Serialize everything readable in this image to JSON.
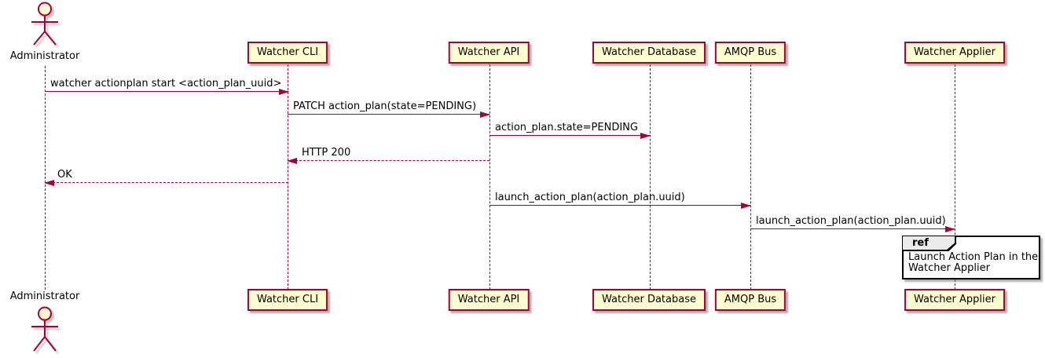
{
  "diagram_type": "sequence",
  "colors": {
    "accent": "#A80036",
    "participant_fill": "#FEFECE",
    "text": "#000000",
    "ref_border": "#000000",
    "ref_header_fill": "#EBEBEB",
    "background": "#FFFFFF"
  },
  "actor": {
    "name": "Administrator"
  },
  "participants": [
    {
      "label": "Watcher CLI"
    },
    {
      "label": "Watcher API"
    },
    {
      "label": "Watcher Database"
    },
    {
      "label": "AMQP Bus"
    },
    {
      "label": "Watcher Applier"
    }
  ],
  "messages": [
    {
      "from": "Administrator",
      "to": "Watcher CLI",
      "style": "solid",
      "text": "watcher actionplan start <action_plan_uuid>"
    },
    {
      "from": "Watcher CLI",
      "to": "Watcher API",
      "style": "solid",
      "text": "PATCH action_plan(state=PENDING)"
    },
    {
      "from": "Watcher API",
      "to": "Watcher Database",
      "style": "solid",
      "text": "action_plan.state=PENDING"
    },
    {
      "from": "Watcher API",
      "to": "Watcher CLI",
      "style": "dashed",
      "text": "HTTP 200"
    },
    {
      "from": "Watcher CLI",
      "to": "Administrator",
      "style": "dashed",
      "text": "OK"
    },
    {
      "from": "Watcher API",
      "to": "AMQP Bus",
      "style": "solid",
      "text": "launch_action_plan(action_plan.uuid)"
    },
    {
      "from": "AMQP Bus",
      "to": "Watcher Applier",
      "style": "solid",
      "text": "launch_action_plan(action_plan.uuid)"
    }
  ],
  "ref": {
    "keyword": "ref",
    "lines": [
      "Launch Action Plan in the",
      "Watcher Applier"
    ]
  }
}
